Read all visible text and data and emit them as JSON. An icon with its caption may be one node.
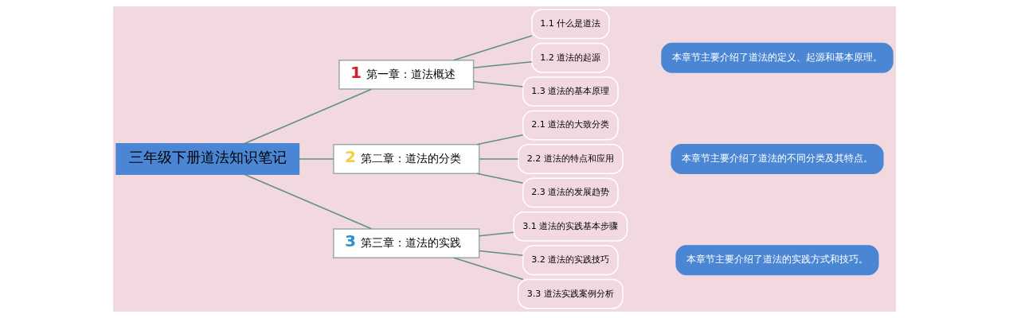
{
  "diagram": {
    "nodes": [
      {
        "text": [
          "三年级下册道法知识笔记"
        ]
      },
      {
        "text": [
          "1",
          "第一章：道法概述"
        ]
      },
      {
        "text": [
          "1.1 什么是道法"
        ]
      },
      {
        "text": [
          "1.2 道法的起源"
        ]
      },
      {
        "text": [
          "1.3 道法的基本原理"
        ]
      },
      {
        "text": [
          "本章节主要介绍了道法的定义、起源和基本原理。"
        ]
      },
      {
        "text": [
          "2",
          "第二章：道法的分类"
        ]
      },
      {
        "text": [
          "2.1 道法的大致分类"
        ]
      },
      {
        "text": [
          "2.2 道法的特点和应用"
        ]
      },
      {
        "text": [
          "2.3 道法的发展趋势"
        ]
      },
      {
        "text": [
          "本章节主要介绍了道法的不同分类及其特点。"
        ]
      },
      {
        "text": [
          "3",
          "第三章：道法的实践"
        ]
      },
      {
        "text": [
          "3.1 道法的实践基本步骤"
        ]
      },
      {
        "text": [
          "3.2 道法的实践技巧"
        ]
      },
      {
        "text": [
          "3.3 道法实践案例分析"
        ]
      },
      {
        "text": [
          "本章节主要介绍了道法的实践方式和技巧。"
        ]
      }
    ],
    "edges": [
      {
        "from": 0,
        "to": 1,
        "arrow": "none"
      },
      {
        "from": 0,
        "to": 6,
        "arrow": "none"
      },
      {
        "from": 0,
        "to": 11,
        "arrow": "none"
      },
      {
        "from": 1,
        "to": 2,
        "arrow": "none"
      },
      {
        "from": 1,
        "to": 3,
        "arrow": "none"
      },
      {
        "from": 1,
        "to": 4,
        "arrow": "none"
      },
      {
        "from": 6,
        "to": 7,
        "arrow": "none"
      },
      {
        "from": 6,
        "to": 8,
        "arrow": "none"
      },
      {
        "from": 6,
        "to": 9,
        "arrow": "none"
      },
      {
        "from": 11,
        "to": 12,
        "arrow": "none"
      },
      {
        "from": 11,
        "to": 13,
        "arrow": "none"
      },
      {
        "from": 11,
        "to": 14,
        "arrow": "none"
      }
    ]
  }
}
